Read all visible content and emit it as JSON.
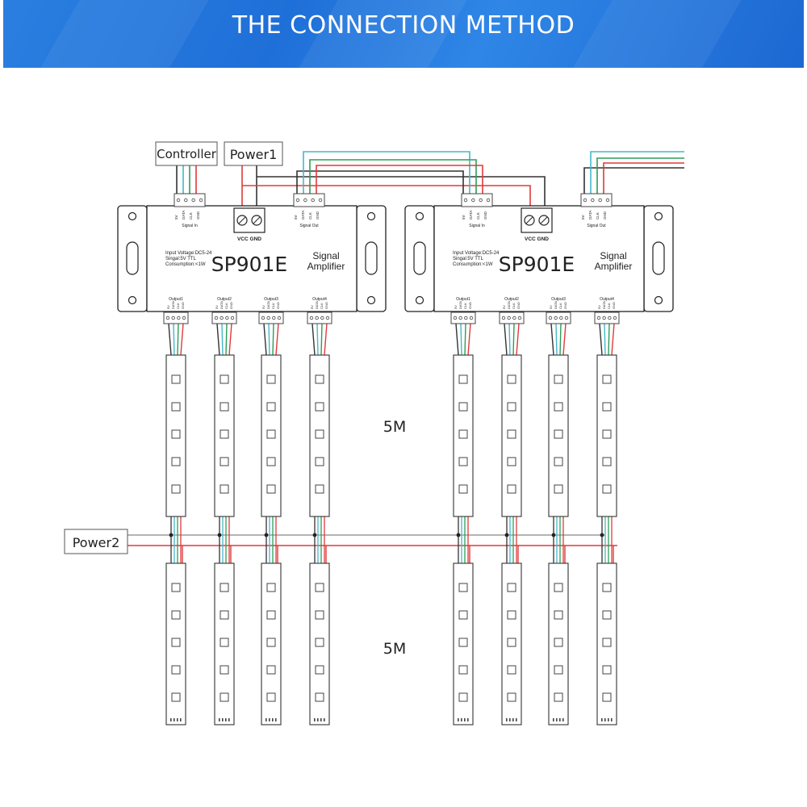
{
  "banner": {
    "title": "THE CONNECTION METHOD",
    "background_color": "#2177dd"
  },
  "labels": {
    "controller": "Controller",
    "power1": "Power1",
    "power2": "Power2",
    "length_top": "5M",
    "length_bottom": "5M"
  },
  "amplifier": {
    "model": "SP901E",
    "type_line1": "Signal",
    "type_line2": "Amplifier",
    "spec_line1": "Input Voltage:DC5-24",
    "spec_line2": "Singal:5V TTL",
    "spec_line3": "Consumption:<1W",
    "power_terminal": "VCC GND",
    "signal_in": "Signal In",
    "signal_out": "Signal Out",
    "outputs": [
      "Output1",
      "Output2",
      "Output3",
      "Output4"
    ],
    "pin_labels": [
      "5V",
      "DATA",
      "CLK",
      "GND"
    ]
  },
  "colors": {
    "wire_red": "#e03a3a",
    "wire_green": "#2e9d5a",
    "wire_cyan": "#45b8c8",
    "wire_dark": "#333333",
    "line": "#222222"
  }
}
